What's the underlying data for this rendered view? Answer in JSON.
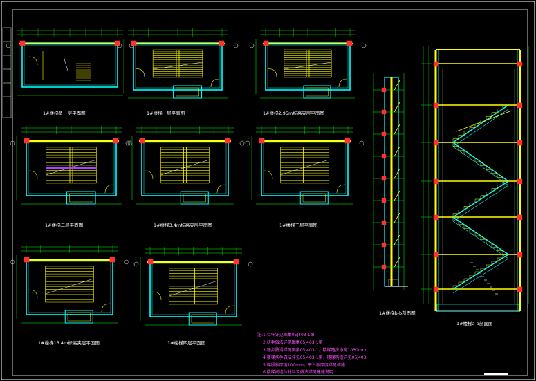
{
  "colors": {
    "background": "#000000",
    "border": "#ffffff",
    "wall": "#00ffff",
    "stair": "#ffff00",
    "dim": "#00ff00",
    "accent_red": "#ff3030",
    "note": "#ff50ff",
    "highlight": "#b040ff"
  },
  "plans": [
    {
      "title": "1#楼梯负一层平面图"
    },
    {
      "title": "1#楼梯一层平面图"
    },
    {
      "title": "1#楼梯2.95m标高夹层平面图"
    },
    {
      "title": "1#楼梯二层平面图"
    },
    {
      "title": "1#楼梯3.4m标高夹层平面图"
    },
    {
      "title": "1#楼梯三层平面图"
    },
    {
      "title": "1#楼梯13.4m标高夹层平面图"
    },
    {
      "title": "1#楼梯四层平面图"
    }
  ],
  "sections": [
    {
      "title": "1#楼梯b-b剖面图"
    },
    {
      "title": "1#楼梯a-a剖面图"
    }
  ],
  "notes": [
    "注:1.栏杆详见图集05J403-1第",
    "2.扶手做法详见图集05J403-1第",
    "3.踏步防滑详见图集05J403-1，楼梯踏步净宽1050mm",
    "4.楼梯扶手做法详见05J403-1第，楼梯构造详见05J403",
    "5.梯段板厚度100mm，平台板厚度详见结施",
    "6.楼梯间墙体材料及做法详见建施说明"
  ]
}
